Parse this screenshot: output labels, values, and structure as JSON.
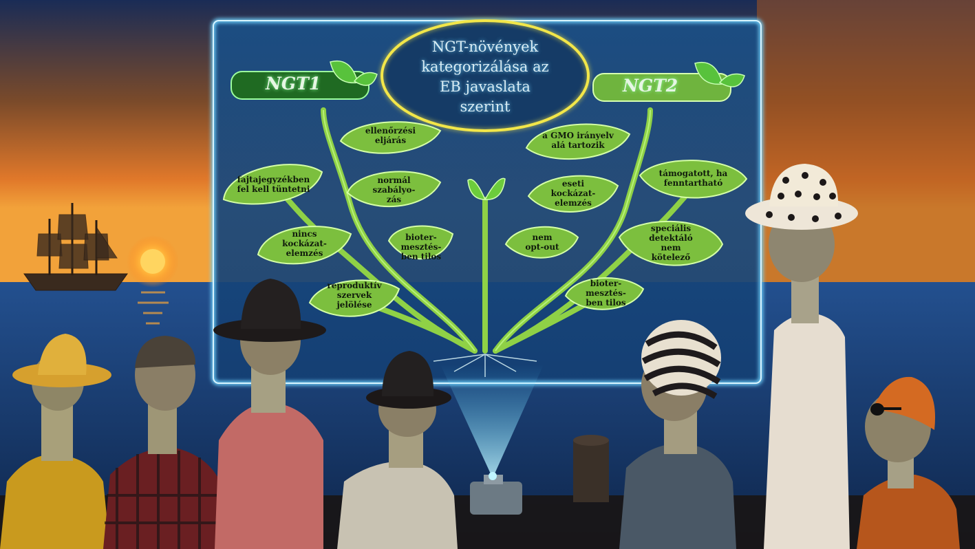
{
  "diagram": {
    "title": "NGT-növények\nkategorizálása az\nEB javaslata\nszerint",
    "ngt1": {
      "label": "NGT1",
      "leaves": [
        "ellenőrzési\neljárás",
        "fajtajegyzékben\nfel kell tüntetni",
        "normál\nszabályo-\nzás",
        "nincs\nkockázat-\nelemzés",
        "bioter-\nmesztés-\nben tilos",
        "reproduktív\nszervek\njelölése"
      ]
    },
    "ngt2": {
      "label": "NGT2",
      "leaves": [
        "a GMO irányelv\nalá tartozik",
        "támogatott, ha\nfenntartható",
        "eseti\nkockázat-\nelemzés",
        "nem\nopt-out",
        "speciális\ndetektáló\nnem\nkötelező",
        "bioter-\nmesztés-\nben tilos"
      ]
    }
  },
  "colors": {
    "panel_glow": "#6fd3ff",
    "title_ring": "#f2e64a",
    "leaf_green": "#7cbf3e",
    "ngt1_tag": "#1f6a22",
    "ngt2_tag": "#6fb43e",
    "sky_orange": "#e07a22",
    "sea_blue": "#1b3f7a"
  }
}
